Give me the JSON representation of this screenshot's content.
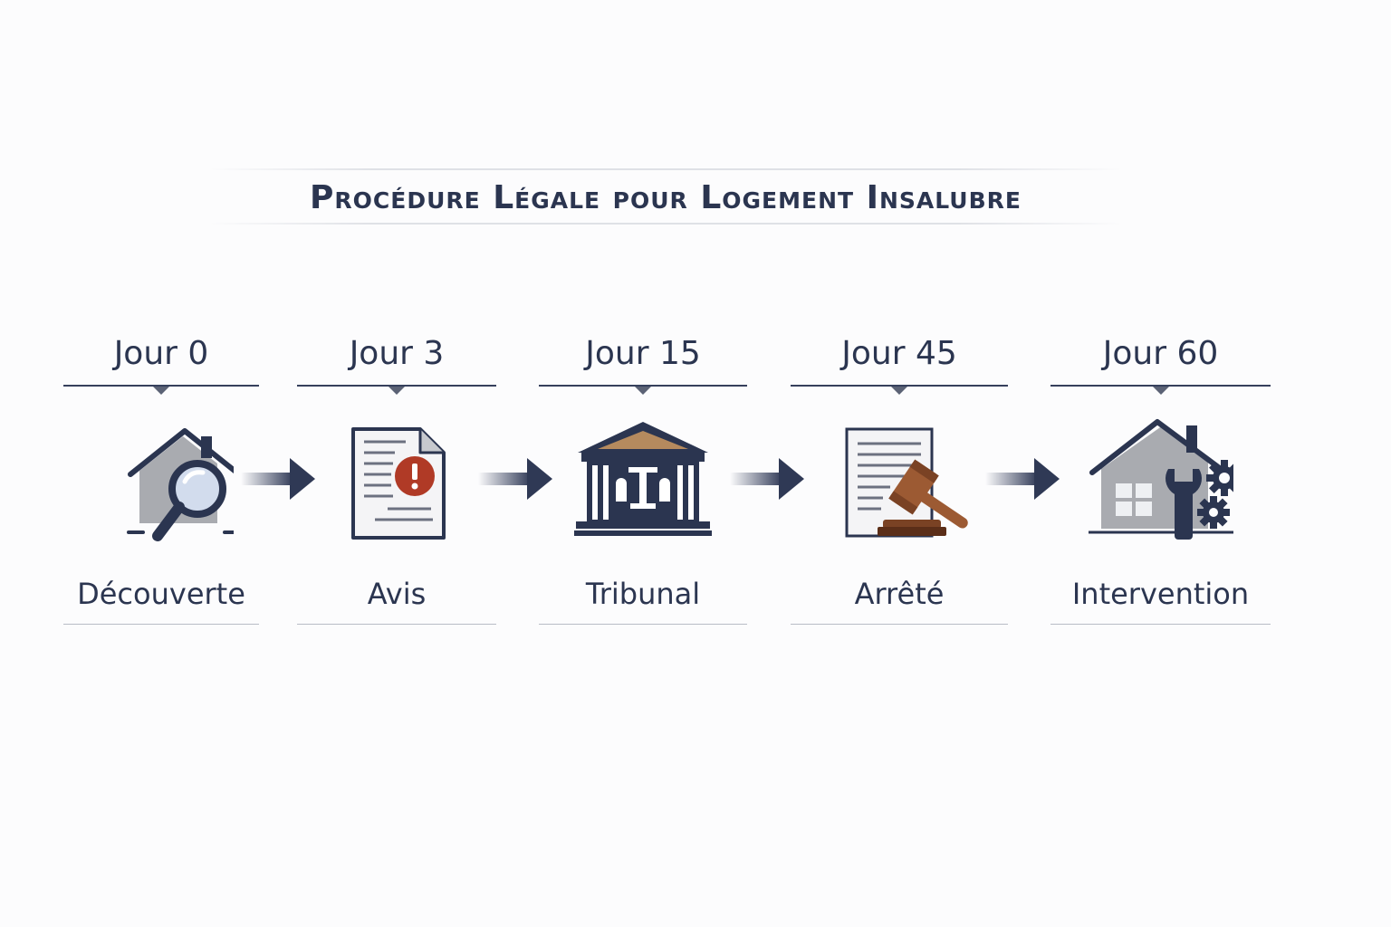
{
  "title": "Procédure Légale pour Logement Insalubre",
  "steps": [
    {
      "day": "Jour 0",
      "label": "Découverte",
      "icon": "house-magnifier-icon"
    },
    {
      "day": "Jour 3",
      "label": "Avis",
      "icon": "document-alert-icon"
    },
    {
      "day": "Jour 15",
      "label": "Tribunal",
      "icon": "courthouse-icon"
    },
    {
      "day": "Jour 45",
      "label": "Arrêté",
      "icon": "decree-gavel-icon"
    },
    {
      "day": "Jour 60",
      "label": "Intervention",
      "icon": "house-repair-icon"
    }
  ],
  "colors": {
    "navy": "#2b3550",
    "gray": "#a7a9ae",
    "alert_red": "#b03a26",
    "wood_brown": "#9c5a33"
  }
}
